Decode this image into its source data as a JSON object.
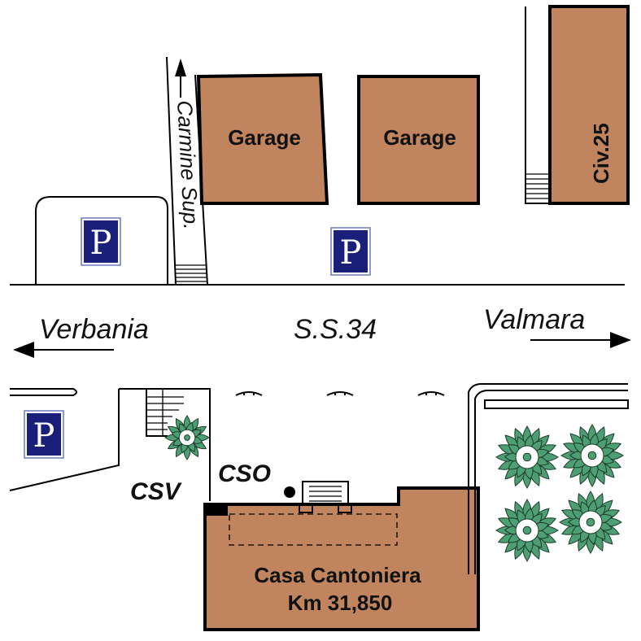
{
  "colors": {
    "building": "#c0855e",
    "parking_bg": "#1a1f7a",
    "tree": "#4e9e74"
  },
  "labels": {
    "garage_1": "Garage",
    "garage_2": "Garage",
    "civ": "Civ.25",
    "carmine": "Carmine Sup.",
    "road": "S.S.34",
    "west": "Verbania",
    "east": "Valmara",
    "cso": "CSO",
    "csv": "CSV",
    "casa_line1": "Casa Cantoniera",
    "casa_line2": "Km 31,850"
  },
  "parking": {
    "symbol": "P",
    "icon": "parking-sign-icon"
  }
}
